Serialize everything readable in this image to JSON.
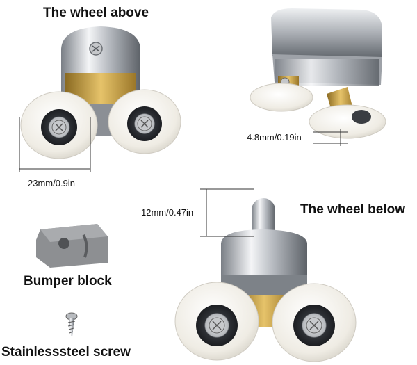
{
  "labels": {
    "wheel_above": "The wheel above",
    "wheel_below": "The wheel below",
    "bumper_block": "Bumper block",
    "screw": "Stainlesssteel screw"
  },
  "dimensions": {
    "wheel_diameter": "23mm/0.9in",
    "wheel_thickness": "4.8mm/0.19in",
    "post_height": "12mm/0.47in"
  },
  "colors": {
    "chrome": "#c9ccd1",
    "chrome_dark": "#6e7379",
    "brass": "#c9a24a",
    "wheel": "#f2f0ea",
    "bearing": "#3a3d42",
    "rubber": "#8d8f92"
  }
}
